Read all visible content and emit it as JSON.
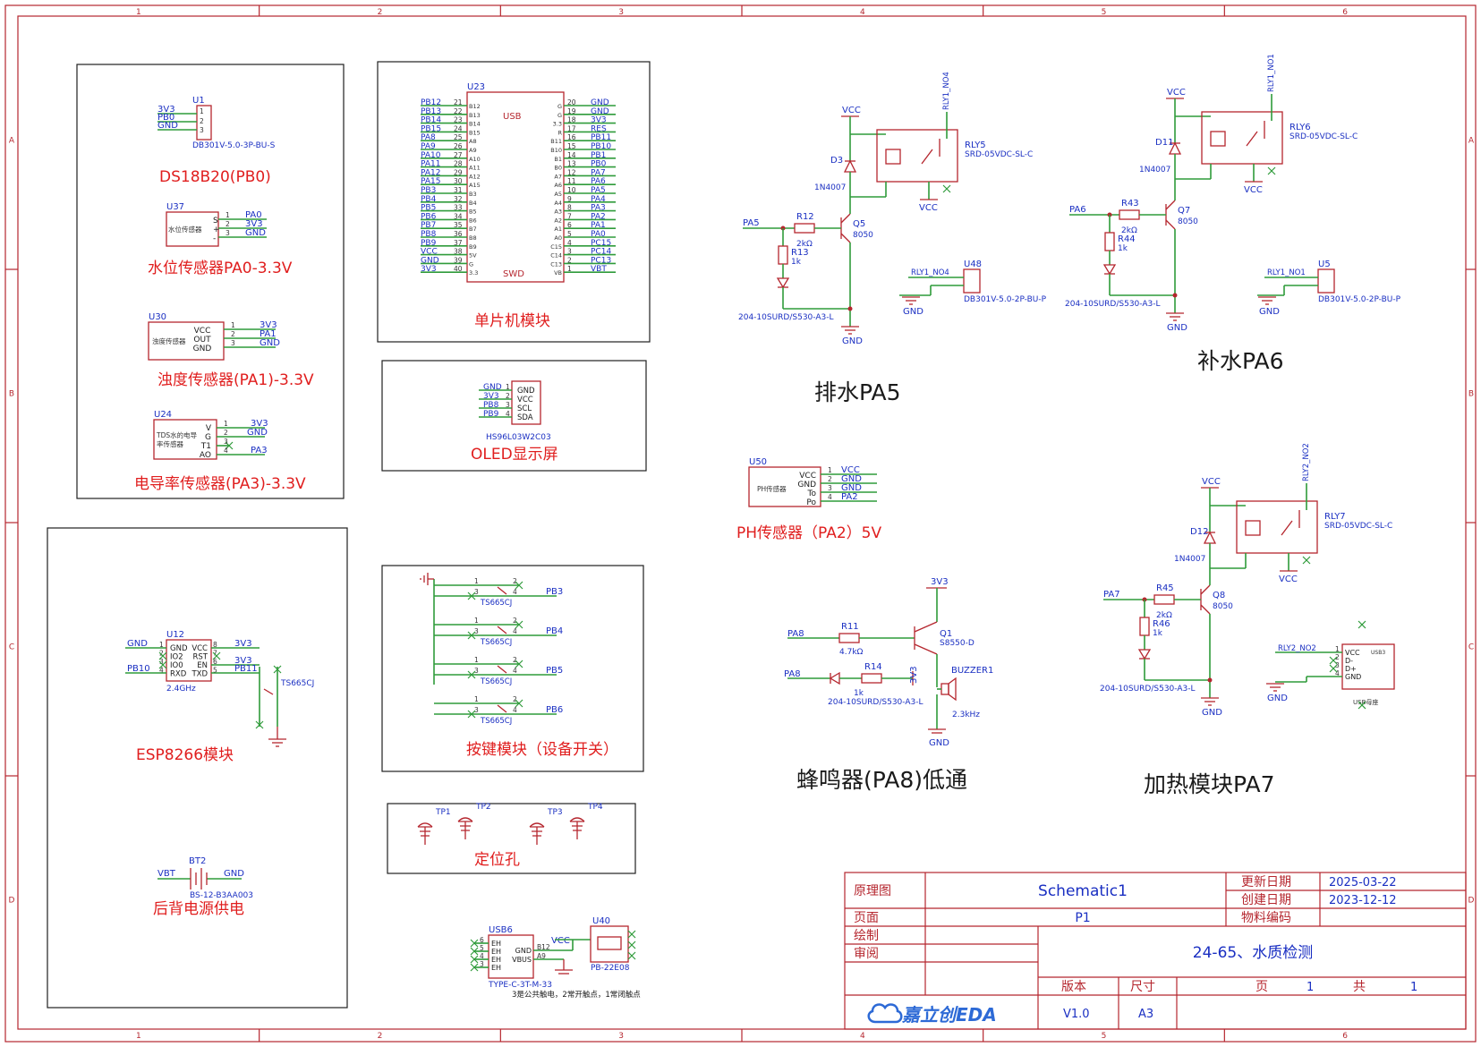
{
  "grid": {
    "cols": [
      "1",
      "2",
      "3",
      "4",
      "5",
      "6"
    ],
    "rows": [
      "A",
      "B",
      "C",
      "D"
    ]
  },
  "blocks": {
    "ds18b20": {
      "title": "DS18B20(PB0)",
      "designator": "U1",
      "part": "DB301V-5.0-3P-BU-S",
      "nets": [
        "3V3",
        "PB0",
        "GND"
      ],
      "pins": [
        "1",
        "2",
        "3"
      ]
    },
    "water_level": {
      "title": "水位传感器PA0-3.3V",
      "designator": "U37",
      "body": "水位传感器",
      "pin_labels": [
        "S",
        "+",
        "-"
      ],
      "pins": [
        "1",
        "2",
        "3"
      ],
      "nets": [
        "PA0",
        "3V3",
        "GND"
      ]
    },
    "turbidity": {
      "title": "浊度传感器(PA1)-3.3V",
      "designator": "U30",
      "body": "浊度传感器",
      "pin_labels": [
        "VCC",
        "OUT",
        "GND"
      ],
      "pins": [
        "1",
        "2",
        "3"
      ],
      "nets": [
        "3V3",
        "PA1",
        "GND"
      ]
    },
    "tds": {
      "title": "电导率传感器(PA3)-3.3V",
      "designator": "U24",
      "body_line1": "TDS水的电导",
      "body_line2": "率传感器",
      "pin_labels": [
        "V",
        "G",
        "T1",
        "AO"
      ],
      "pins": [
        "1",
        "2",
        "3",
        "4"
      ],
      "nets": [
        "3V3",
        "GND",
        "PA3"
      ]
    },
    "mcu": {
      "title": "单片机模块",
      "designator": "U23",
      "usb": "USB",
      "swd": "SWD",
      "left_nets": [
        "PB12",
        "PB13",
        "PB14",
        "PB15",
        "PA8",
        "PA9",
        "PA10",
        "PA11",
        "PA12",
        "PA15",
        "PB3",
        "PB4",
        "PB5",
        "PB6",
        "PB7",
        "PB8",
        "PB9",
        "VCC",
        "GND",
        "3V3"
      ],
      "left_pins": [
        "21",
        "22",
        "23",
        "24",
        "25",
        "26",
        "27",
        "28",
        "29",
        "30",
        "31",
        "32",
        "33",
        "34",
        "35",
        "36",
        "37",
        "38",
        "39",
        "40"
      ],
      "left_inner": [
        "B12",
        "B13",
        "B14",
        "B15",
        "A8",
        "A9",
        "A10",
        "A11",
        "A12",
        "A15",
        "B3",
        "B4",
        "B5",
        "B6",
        "B7",
        "B8",
        "B9",
        "5V",
        "G",
        "3.3"
      ],
      "right_nets": [
        "GND",
        "GND",
        "3V3",
        "RES",
        "PB11",
        "PB10",
        "PB1",
        "PB0",
        "PA7",
        "PA6",
        "PA5",
        "PA4",
        "PA3",
        "PA2",
        "PA1",
        "PA0",
        "PC15",
        "PC14",
        "PC13",
        "VBT"
      ],
      "right_pins": [
        "20",
        "19",
        "18",
        "17",
        "16",
        "15",
        "14",
        "13",
        "12",
        "11",
        "10",
        "9",
        "8",
        "7",
        "6",
        "5",
        "4",
        "3",
        "2",
        "1"
      ],
      "right_inner": [
        "G",
        "G",
        "3.3",
        "R",
        "B11",
        "B10",
        "B1",
        "B0",
        "A7",
        "A6",
        "A5",
        "A4",
        "A3",
        "A2",
        "A1",
        "A0",
        "C15",
        "C14",
        "C13",
        "VB"
      ]
    },
    "oled": {
      "title": "OLED显示屏",
      "part": "HS96L03W2C03",
      "nets": [
        "GND",
        "3V3",
        "PB8",
        "PB9"
      ],
      "pin_labels": [
        "GND",
        "VCC",
        "SCL",
        "SDA"
      ],
      "pins": [
        "1",
        "2",
        "3",
        "4"
      ]
    },
    "esp": {
      "title": "ESP8266模块",
      "designator": "U12",
      "part": "2.4GHz",
      "left_labels": [
        "GND",
        "IO2",
        "IO0",
        "RXD"
      ],
      "right_labels": [
        "VCC",
        "RST",
        "EN",
        "TXD"
      ],
      "left_pins": [
        "1",
        "2",
        "3",
        "4"
      ],
      "right_pins": [
        "8",
        "7",
        "6",
        "5"
      ],
      "left_nets": [
        "GND",
        "PB10"
      ],
      "right_nets": [
        "3V3",
        "3V3",
        "PB11"
      ],
      "switch": "TS665CJ"
    },
    "battery": {
      "title": "后背电源供电",
      "designator": "BT2",
      "part": "BS-12-B3AA003",
      "left_net": "VBT",
      "right_net": "GND"
    },
    "keys": {
      "title": "按键模块（设备开关）",
      "switch": "TS665CJ",
      "nets": [
        "PB3",
        "PB4",
        "PB5",
        "PB6"
      ],
      "pin_top": [
        "1",
        "2"
      ],
      "pin_bot": [
        "3",
        "4"
      ]
    },
    "holes": {
      "title": "定位孔",
      "labels": [
        "TP1",
        "TP2",
        "TP3",
        "TP4"
      ]
    },
    "usb": {
      "designator": "USB6",
      "part": "TYPE-C-3T-M-33",
      "pins_l": [
        "6",
        "5",
        "4",
        "3"
      ],
      "labels_l": [
        "EH",
        "EH",
        "EH",
        "EH"
      ],
      "labels_r": [
        "GND",
        "VBUS"
      ],
      "pins_r": [
        "B12",
        "A9"
      ],
      "power_net": "VCC",
      "switch_desig": "U40",
      "switch_part": "PB-22E08",
      "note": "3是公共触电，2常开触点，1常闭触点"
    },
    "drain": {
      "title": "排水PA5",
      "net_in": "PA5",
      "r12": "R12",
      "r12v": "2kΩ",
      "r13": "R13",
      "r13v": "1k",
      "q": "Q5",
      "qv": "8050",
      "d": "D3",
      "dv": "1N4007",
      "led": "204-10SURD/S530-A3-L",
      "relay": "RLY5",
      "relay_part": "SRD-05VDC-SL-C",
      "vcc": "VCC",
      "gnd": "GND",
      "no_net": "RLY1_NO4",
      "conn": "U48",
      "conn_part": "DB301V-5.0-2P-BU-P",
      "conn_net": "RLY1_NO4",
      "conn_gnd": "GND"
    },
    "refill": {
      "title": "补水PA6",
      "net_in": "PA6",
      "r43": "R43",
      "r43v": "2kΩ",
      "r44": "R44",
      "r44v": "1k",
      "q": "Q7",
      "qv": "8050",
      "d": "D11",
      "dv": "1N4007",
      "led": "204-10SURD/S530-A3-L",
      "relay": "RLY6",
      "relay_part": "SRD-05VDC-SL-C",
      "vcc": "VCC",
      "gnd": "GND",
      "no_net": "RLY1_NO1",
      "conn": "U5",
      "conn_part": "DB301V-5.0-2P-BU-P",
      "conn_net": "RLY1_NO1",
      "conn_gnd": "GND"
    },
    "ph": {
      "title": "PH传感器（PA2）5V",
      "designator": "U50",
      "body": "PH传感器",
      "pin_labels": [
        "VCC",
        "GND",
        "To",
        "Po"
      ],
      "pins": [
        "1",
        "2",
        "3",
        "4"
      ],
      "nets": [
        "VCC",
        "GND",
        "GND",
        "PA2"
      ]
    },
    "buzzer": {
      "title": "蜂鸣器(PA8)低通",
      "supply": "3V3",
      "net_in1": "PA8",
      "net_in2": "PA8",
      "r11": "R11",
      "r11v": "4.7kΩ",
      "r14": "R14",
      "r14v": "1k",
      "q": "Q1",
      "qv": "S8550-D",
      "bz": "BUZZER1",
      "bzv": "2.3kHz",
      "led": "204-10SURD/S530-A3-L",
      "vlabel": "3V3",
      "gnd": "GND"
    },
    "heater": {
      "title": "加热模块PA7",
      "net_in": "PA7",
      "r45": "R45",
      "r45v": "2kΩ",
      "r46": "R46",
      "r46v": "1k",
      "q": "Q8",
      "qv": "8050",
      "d": "D12",
      "dv": "1N4007",
      "led": "204-10SURD/S530-A3-L",
      "relay": "RLY7",
      "relay_part": "SRD-05VDC-SL-C",
      "vcc": "VCC",
      "gnd": "GND",
      "no_net": "RLY2_NO2",
      "conn_net": "RLY2_NO2",
      "conn_gnd": "GND",
      "conn_labels": [
        "VCC",
        "D-",
        "D+",
        "GND"
      ],
      "conn_pins": [
        "1",
        "2",
        "3",
        "4"
      ],
      "conn_desig": "USB3",
      "conn_body": "USB母座"
    }
  },
  "titleblock": {
    "type_label": "原理图",
    "name": "Schematic1",
    "page_label": "页面",
    "page_value": "P1",
    "drawn_label": "绘制",
    "review_label": "审阅",
    "updated_label": "更新日期",
    "updated_value": "2025-03-22",
    "created_label": "创建日期",
    "created_value": "2023-12-12",
    "bom_label": "物料编码",
    "project": "24-65、水质检测",
    "version_label": "版本",
    "version_value": "V1.0",
    "size_label": "尺寸",
    "size_value": "A3",
    "page_no_label": "页",
    "page_no_value": "1",
    "total_label": "共",
    "total_value": "1",
    "logo": "嘉立创EDA"
  },
  "colors": {
    "frame": "#b5262e",
    "wire": "#2f9b3a",
    "net": "#1a2fc2",
    "title": "#e01e1e"
  }
}
